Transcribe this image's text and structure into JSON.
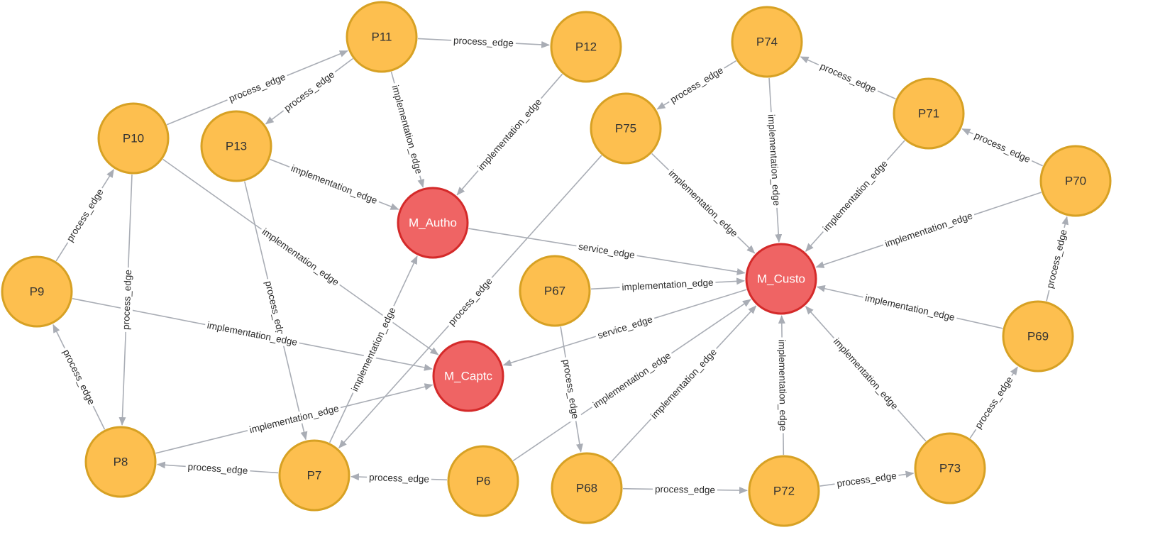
{
  "colors": {
    "process_fill": "#fdbf4f",
    "process_stroke": "#d7a124",
    "process_text": "#333333",
    "service_fill": "#ef6464",
    "service_stroke": "#d42a2a",
    "service_text": "#ffffff",
    "edge": "#a9adb5",
    "edge_text": "#2b2b2b"
  },
  "nodes": [
    {
      "id": "P11",
      "label": "P11",
      "kind": "process"
    },
    {
      "id": "P12",
      "label": "P12",
      "kind": "process"
    },
    {
      "id": "P13",
      "label": "P13",
      "kind": "process"
    },
    {
      "id": "P10",
      "label": "P10",
      "kind": "process"
    },
    {
      "id": "P9",
      "label": "P9",
      "kind": "process"
    },
    {
      "id": "P8",
      "label": "P8",
      "kind": "process"
    },
    {
      "id": "P7",
      "label": "P7",
      "kind": "process"
    },
    {
      "id": "P6",
      "label": "P6",
      "kind": "process"
    },
    {
      "id": "P67",
      "label": "P67",
      "kind": "process"
    },
    {
      "id": "P68",
      "label": "P68",
      "kind": "process"
    },
    {
      "id": "P72",
      "label": "P72",
      "kind": "process"
    },
    {
      "id": "P73",
      "label": "P73",
      "kind": "process"
    },
    {
      "id": "P69",
      "label": "P69",
      "kind": "process"
    },
    {
      "id": "P70",
      "label": "P70",
      "kind": "process"
    },
    {
      "id": "P71",
      "label": "P71",
      "kind": "process"
    },
    {
      "id": "P74",
      "label": "P74",
      "kind": "process"
    },
    {
      "id": "P75",
      "label": "P75",
      "kind": "process"
    },
    {
      "id": "M_Autho",
      "label": "M_Autho",
      "kind": "service"
    },
    {
      "id": "M_Captc",
      "label": "M_Captc",
      "kind": "service"
    },
    {
      "id": "M_Custo",
      "label": "M_Custo",
      "kind": "service"
    }
  ],
  "edges": [
    {
      "from": "P11",
      "to": "P12",
      "label": "process_edge"
    },
    {
      "from": "P11",
      "to": "P13",
      "label": "process_edge"
    },
    {
      "from": "P10",
      "to": "P11",
      "label": "process_edge"
    },
    {
      "from": "P11",
      "to": "M_Autho",
      "label": "implementation_edge"
    },
    {
      "from": "P12",
      "to": "M_Autho",
      "label": "implementation_edge"
    },
    {
      "from": "P13",
      "to": "M_Autho",
      "label": "implementation_edge"
    },
    {
      "from": "P13",
      "to": "P7",
      "label": "process_edge"
    },
    {
      "from": "P10",
      "to": "M_Captc",
      "label": "implementation_edge"
    },
    {
      "from": "P10",
      "to": "P8",
      "label": "process_edge"
    },
    {
      "from": "P9",
      "to": "P10",
      "label": "process_edge"
    },
    {
      "from": "P8",
      "to": "P9",
      "label": "process_edge"
    },
    {
      "from": "P9",
      "to": "M_Captc",
      "label": "implementation_edge"
    },
    {
      "from": "P8",
      "to": "M_Captc",
      "label": "implementation_edge"
    },
    {
      "from": "P7",
      "to": "P8",
      "label": "process_edge"
    },
    {
      "from": "P7",
      "to": "M_Autho",
      "label": "implementation_edge"
    },
    {
      "from": "P75",
      "to": "P7",
      "label": "process_edge"
    },
    {
      "from": "P6",
      "to": "P7",
      "label": "process_edge"
    },
    {
      "from": "P6",
      "to": "M_Custo",
      "label": "implementation_edge"
    },
    {
      "from": "M_Autho",
      "to": "M_Custo",
      "label": "service_edge"
    },
    {
      "from": "M_Custo",
      "to": "M_Captc",
      "label": "service_edge"
    },
    {
      "from": "P67",
      "to": "M_Custo",
      "label": "implementation_edge"
    },
    {
      "from": "P67",
      "to": "P68",
      "label": "process_edge"
    },
    {
      "from": "P68",
      "to": "M_Custo",
      "label": "implementation_edge"
    },
    {
      "from": "P68",
      "to": "P72",
      "label": "process_edge"
    },
    {
      "from": "P72",
      "to": "M_Custo",
      "label": "implementation_edge"
    },
    {
      "from": "P72",
      "to": "P73",
      "label": "process_edge"
    },
    {
      "from": "P73",
      "to": "M_Custo",
      "label": "implementation_edge"
    },
    {
      "from": "P73",
      "to": "P69",
      "label": "process_edge"
    },
    {
      "from": "P69",
      "to": "M_Custo",
      "label": "implementation_edge"
    },
    {
      "from": "P69",
      "to": "P70",
      "label": "process_edge"
    },
    {
      "from": "P70",
      "to": "M_Custo",
      "label": "implementation_edge"
    },
    {
      "from": "P70",
      "to": "P71",
      "label": "process_edge"
    },
    {
      "from": "P71",
      "to": "M_Custo",
      "label": "implementation_edge"
    },
    {
      "from": "P71",
      "to": "P74",
      "label": "process_edge"
    },
    {
      "from": "P74",
      "to": "M_Custo",
      "label": "implementation_edge"
    },
    {
      "from": "P74",
      "to": "P75",
      "label": "process_edge"
    },
    {
      "from": "P75",
      "to": "M_Custo",
      "label": "implementation_edge"
    }
  ]
}
